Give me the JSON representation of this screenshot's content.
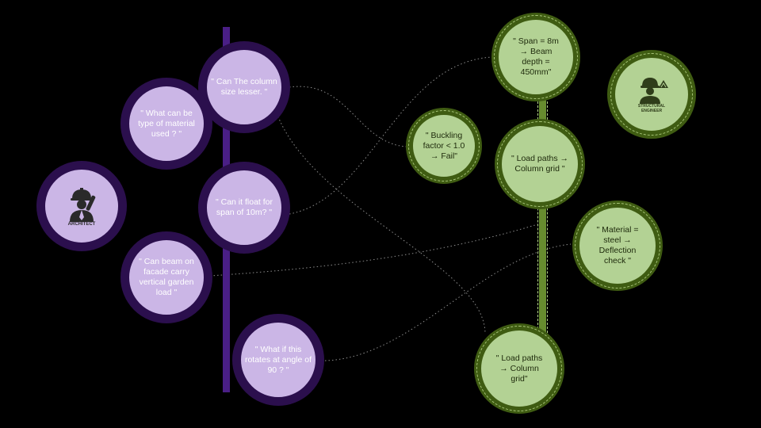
{
  "architect": {
    "role_label": "ARCHITECT",
    "icon": "architect-icon",
    "questions": [
      "\" Can The column size lesser. \"",
      "\" What can be  type of material used ? \"",
      "\" Can it float for span of 10m? \"",
      "\" Can beam on facade carry vertical garden load \"",
      "\" What if this rotates at angle of 90 ? \""
    ]
  },
  "engineer": {
    "role_label": "STRUCTURAL ENGINEER",
    "icon": "structural-engineer-icon",
    "responses": [
      "\" Span = 8m → Beam depth = 450mm\"",
      "\" Buckling factor < 1.0 → Fail\"",
      "\" Load paths → Column grid \"",
      "\" Material = steel → Deflection check \"",
      "\" Load paths → Column grid\""
    ]
  },
  "colors": {
    "architect_fill": "#cbb6e6",
    "architect_ring": "#2b0f4d",
    "architect_bar": "#4a1f86",
    "engineer_fill": "#b3d294",
    "engineer_ring": "#3f5c12",
    "engineer_bar": "#678c2f",
    "connector": "#8a8a8a",
    "background": "#000000"
  }
}
